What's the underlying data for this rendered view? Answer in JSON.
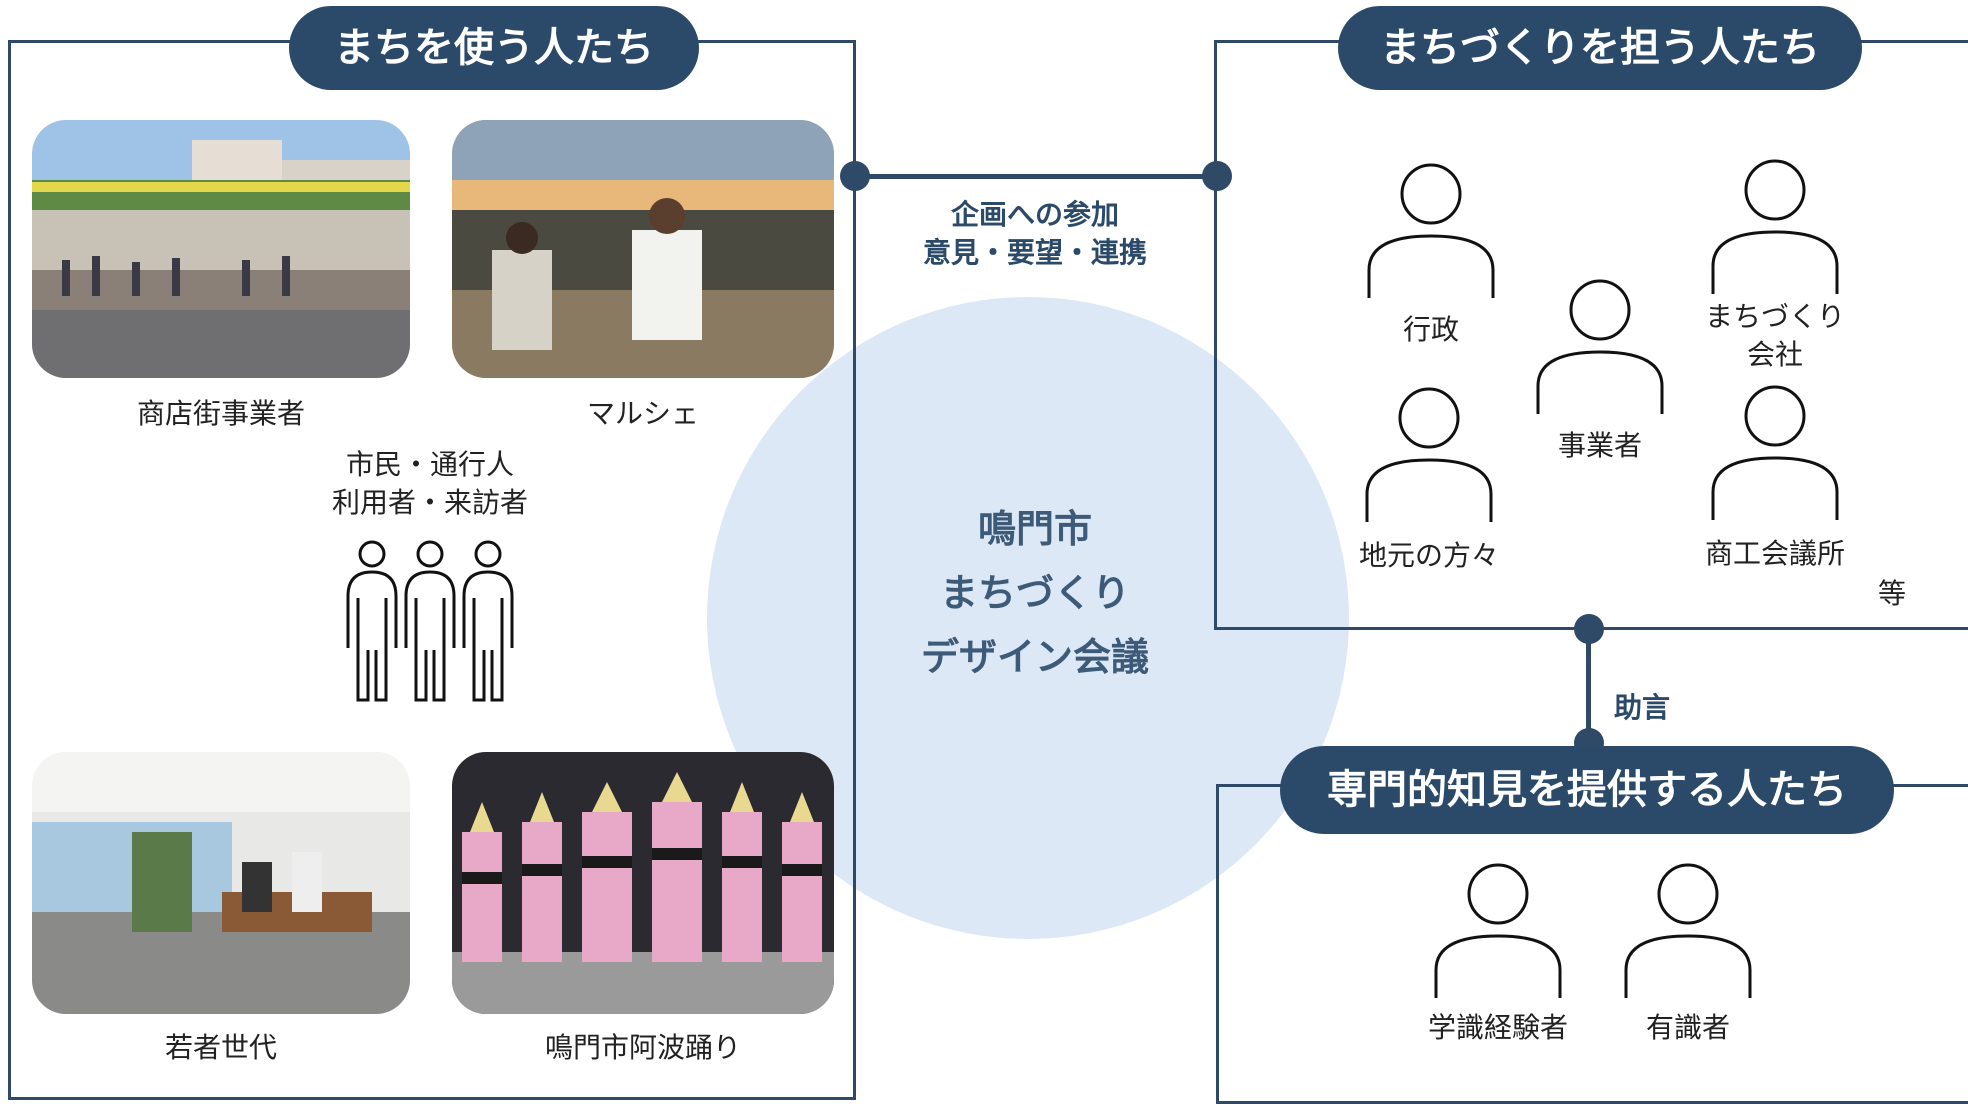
{
  "center": {
    "line1": "鳴門市",
    "line2": "まちづくり",
    "line3": "デザイン会議"
  },
  "users_group": {
    "title": "まちを使う人たち",
    "photos": {
      "shopping_street": "商店街事業者",
      "marche": "マルシェ",
      "youth": "若者世代",
      "awa_odori": "鳴門市阿波踊り"
    },
    "citizens_line1": "市民・通行人",
    "citizens_line2": "利用者・来訪者"
  },
  "connector_top": {
    "line1": "企画への参加",
    "line2": "意見・要望・連携"
  },
  "makers_group": {
    "title": "まちづくりを担う人たち",
    "gyosei": "行政",
    "machizukuri_co_line1": "まちづくり",
    "machizukuri_co_line2": "会社",
    "business": "事業者",
    "locals": "地元の方々",
    "chamber": "商工会議所",
    "etc": "等"
  },
  "connector_right": {
    "label": "助言"
  },
  "experts_group": {
    "title": "専門的知見を提供する人たち",
    "academic": "学識経験者",
    "expert": "有識者"
  },
  "colors": {
    "navy": "#2b4a69",
    "circle": "#dce8f5",
    "line": "#2e4a66"
  }
}
